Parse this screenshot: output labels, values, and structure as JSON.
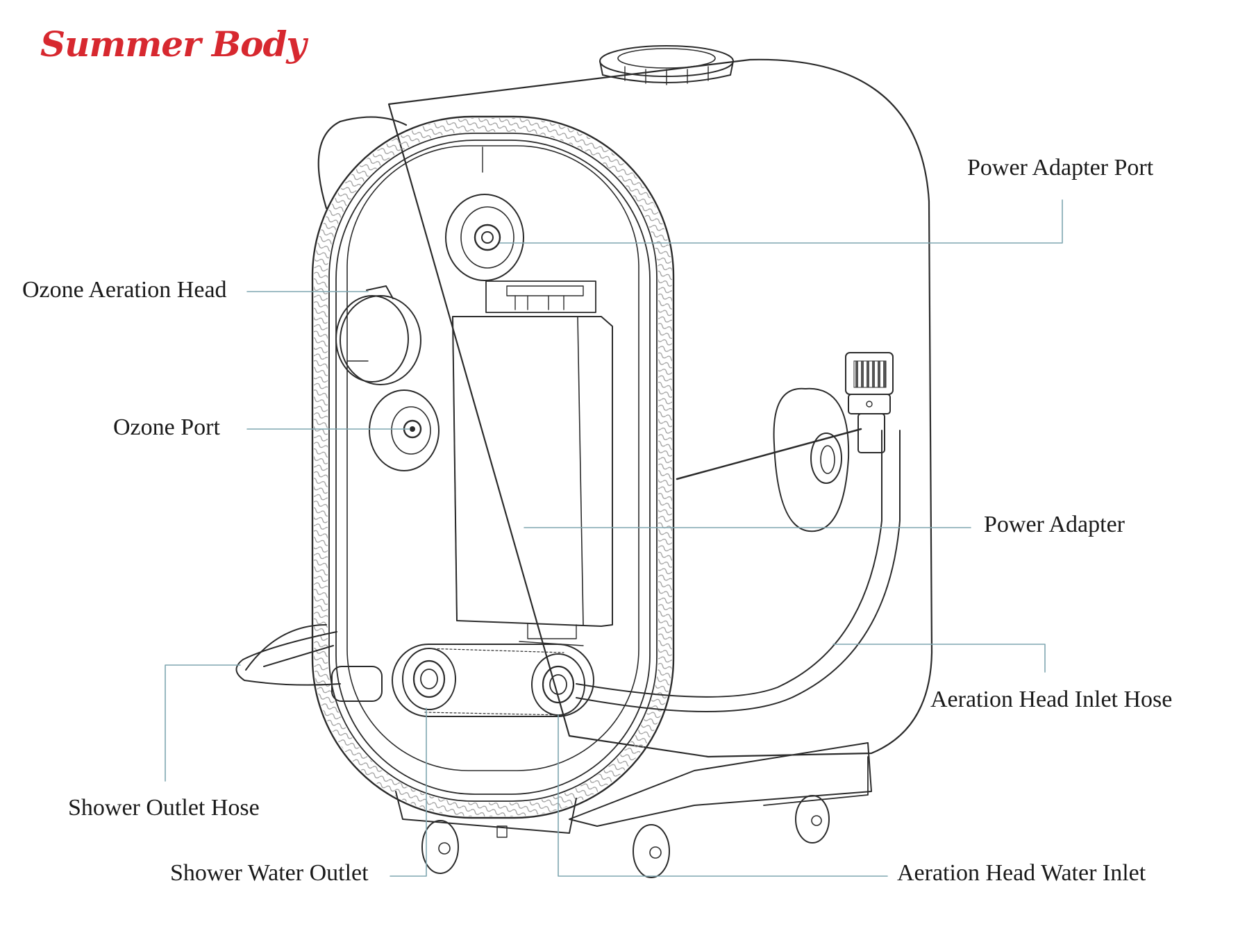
{
  "brand": {
    "name": "Summer Body",
    "color": "#d7282f"
  },
  "colors": {
    "outline": "#2b2b2b",
    "leader": "#7fa6b0",
    "label_text": "#1a1a1a",
    "texture": "#9a9a9a"
  },
  "labels": {
    "power_adapter_port": "Power Adapter Port",
    "ozone_aeration_head": "Ozone Aeration Head",
    "ozone_port": "Ozone Port",
    "power_adapter": "Power Adapter",
    "aeration_head_inlet_hose": "Aeration Head Inlet Hose",
    "shower_outlet_hose": "Shower Outlet Hose",
    "shower_water_outlet": "Shower Water Outlet",
    "aeration_head_water_inlet": "Aeration Head Water Inlet"
  }
}
